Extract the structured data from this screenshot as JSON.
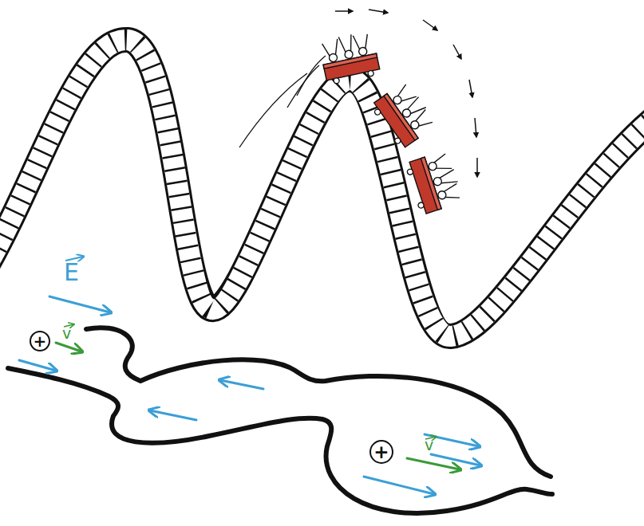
{
  "diagram": {
    "nodes": [
      {
        "text": [
          "+"
        ]
      },
      {
        "text": [
          "+"
        ]
      }
    ],
    "labels": [
      "E",
      "v",
      "v"
    ]
  }
}
